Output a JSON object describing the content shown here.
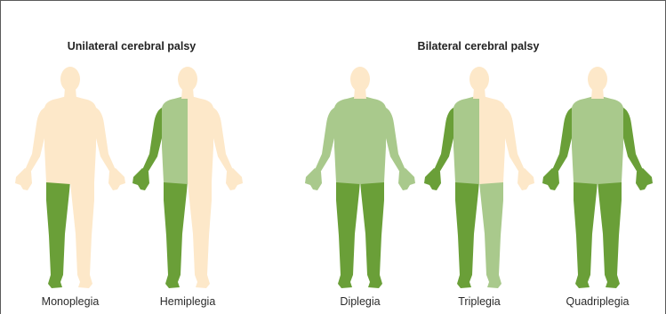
{
  "colors": {
    "unaffected": "#fde8c9",
    "affected_light": "#a9c98c",
    "affected_dark": "#6a9f38",
    "text": "#2b2b2b"
  },
  "groups": [
    {
      "title": "Unilateral cerebral palsy"
    },
    {
      "title": "Bilateral cerebral palsy"
    }
  ],
  "figures": [
    {
      "label": "Monoplegia",
      "regions": {
        "head": "unaffected",
        "torso_left": "unaffected",
        "torso_right": "unaffected",
        "arm_left": "unaffected",
        "arm_right": "unaffected",
        "leg_left": "affected_dark",
        "leg_right": "unaffected"
      }
    },
    {
      "label": "Hemiplegia",
      "regions": {
        "head": "unaffected",
        "torso_left": "affected_light",
        "torso_right": "unaffected",
        "arm_left": "affected_dark",
        "arm_right": "unaffected",
        "leg_left": "affected_dark",
        "leg_right": "unaffected"
      }
    },
    {
      "label": "Diplegia",
      "regions": {
        "head": "unaffected",
        "torso_left": "affected_light",
        "torso_right": "affected_light",
        "arm_left": "affected_light",
        "arm_right": "affected_light",
        "leg_left": "affected_dark",
        "leg_right": "affected_dark"
      }
    },
    {
      "label": "Triplegia",
      "regions": {
        "head": "unaffected",
        "torso_left": "affected_light",
        "torso_right": "unaffected",
        "arm_left": "affected_dark",
        "arm_right": "unaffected",
        "leg_left": "affected_dark",
        "leg_right": "affected_light"
      }
    },
    {
      "label": "Quadriplegia",
      "regions": {
        "head": "unaffected",
        "torso_left": "affected_light",
        "torso_right": "affected_light",
        "arm_left": "affected_dark",
        "arm_right": "affected_dark",
        "leg_left": "affected_dark",
        "leg_right": "affected_dark"
      }
    }
  ]
}
